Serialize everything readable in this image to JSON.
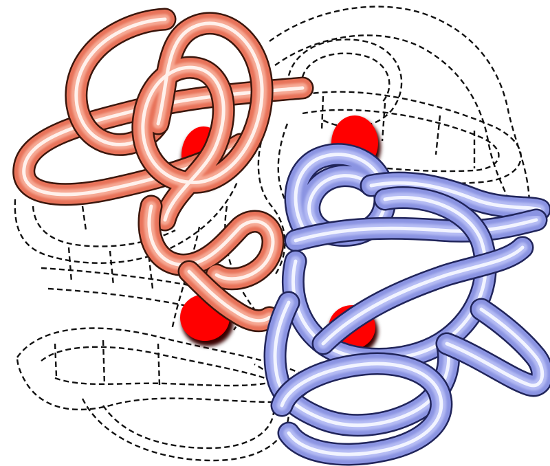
{
  "figure": {
    "chains": [
      {
        "name": "chain-a",
        "style": "tube",
        "colors": {
          "outline": "#3a160c",
          "body": "#e8735a",
          "mid": "#f6a994",
          "shine": "#fff1ec"
        }
      },
      {
        "name": "chain-b",
        "style": "tube",
        "colors": {
          "outline": "#20245a",
          "body": "#8b94e2",
          "mid": "#b5bcf4",
          "shine": "#f2f4ff"
        }
      },
      {
        "name": "chain-c",
        "style": "dashed-outline",
        "colors": {
          "stroke": "#111111"
        }
      },
      {
        "name": "chain-d",
        "style": "dashed-outline",
        "colors": {
          "stroke": "#111111"
        }
      }
    ],
    "heme_groups": {
      "count": 4,
      "colors": {
        "fill": "#ff0000",
        "shadow": "#3a0000"
      }
    }
  }
}
